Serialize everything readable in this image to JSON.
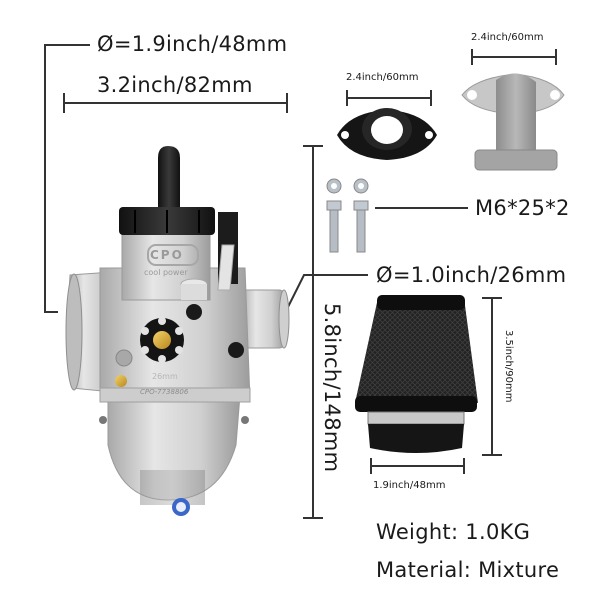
{
  "product": {
    "main_item": "carburetor",
    "labels": {
      "carb_bore_diameter": "Ø=1.9inch/48mm",
      "carb_width": "3.2inch/82mm",
      "carb_height": "5.8inch/148mm",
      "outlet_diameter": "Ø=1.0inch/26mm",
      "rubber_flange_width": "2.4inch/60mm",
      "intake_elbow_width": "2.4inch/60mm",
      "bolts": "M6*25*2",
      "filter_height": "3.5inch/90mm",
      "filter_width": "1.9inch/48mm",
      "carb_logo": "CPO",
      "carb_logo_sub": "cool power",
      "carb_size_mark": "26mm",
      "carb_model_mark": "CPO-7738806"
    },
    "specs": {
      "weight": "Weight: 1.0KG",
      "material": "Material: Mixture"
    }
  },
  "colors": {
    "background": "#ffffff",
    "line": "#1a1a1a",
    "aluminum": "#c9c9c9",
    "rubber": "#1c1c1c",
    "brass": "#d4a72c"
  }
}
